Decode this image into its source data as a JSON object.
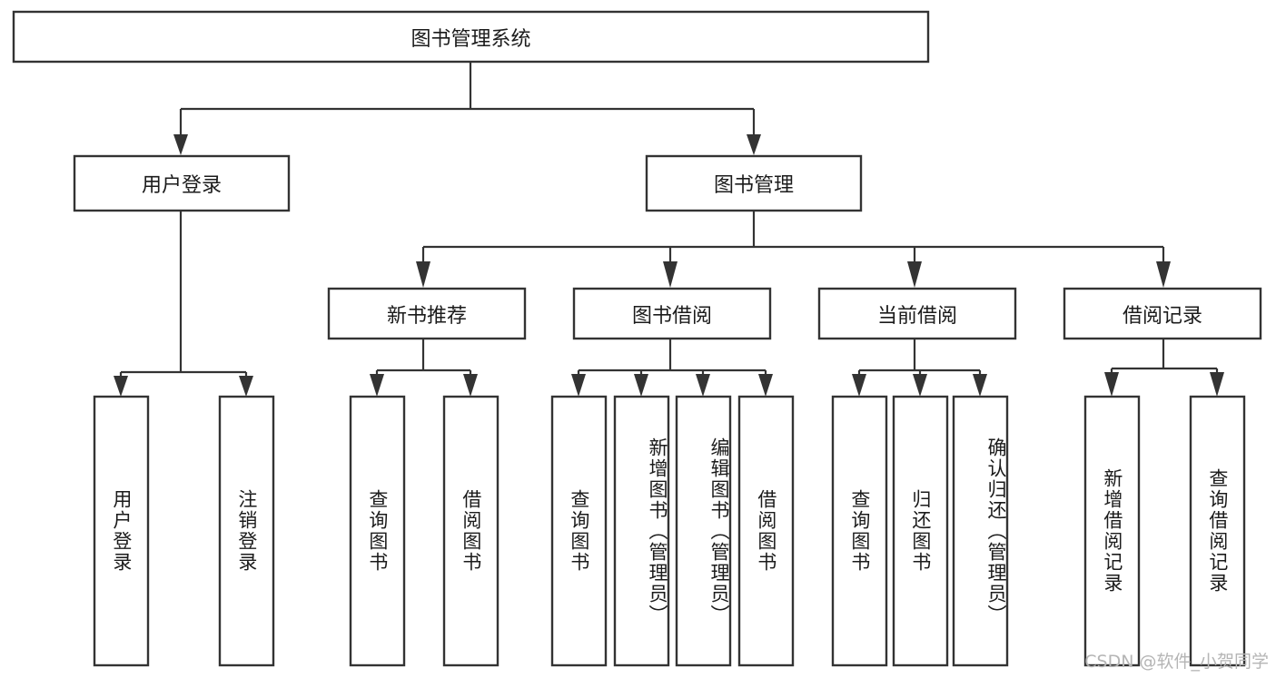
{
  "diagram": {
    "type": "tree",
    "title": "图书管理系统",
    "watermark": "CSDN @软件_小贺同学",
    "colors": {
      "box_fill": "#ffffff",
      "box_stroke": "#333333",
      "connector": "#333333",
      "text": "#1b1b1b",
      "watermark": "#b5b5b5"
    },
    "root": {
      "label": "图书管理系统"
    },
    "level2": [
      {
        "label": "用户登录"
      },
      {
        "label": "图书管理"
      }
    ],
    "level3": [
      {
        "label": "新书推荐"
      },
      {
        "label": "图书借阅"
      },
      {
        "label": "当前借阅"
      },
      {
        "label": "借阅记录"
      }
    ],
    "leaves": {
      "user_login": [
        {
          "label": "用户登录"
        },
        {
          "label": "注销登录"
        }
      ],
      "new_book": [
        {
          "label": "查询图书"
        },
        {
          "label": "借阅图书"
        }
      ],
      "book_borrow": [
        {
          "label": "查询图书"
        },
        {
          "label": "新增图书（管理员）"
        },
        {
          "label": "编辑图书（管理员）"
        },
        {
          "label": "借阅图书"
        }
      ],
      "current_borrow": [
        {
          "label": "查询图书"
        },
        {
          "label": "归还图书"
        },
        {
          "label": "确认归还（管理员）"
        }
      ],
      "borrow_record": [
        {
          "label": "新增借阅记录"
        },
        {
          "label": "查询借阅记录"
        }
      ]
    }
  }
}
